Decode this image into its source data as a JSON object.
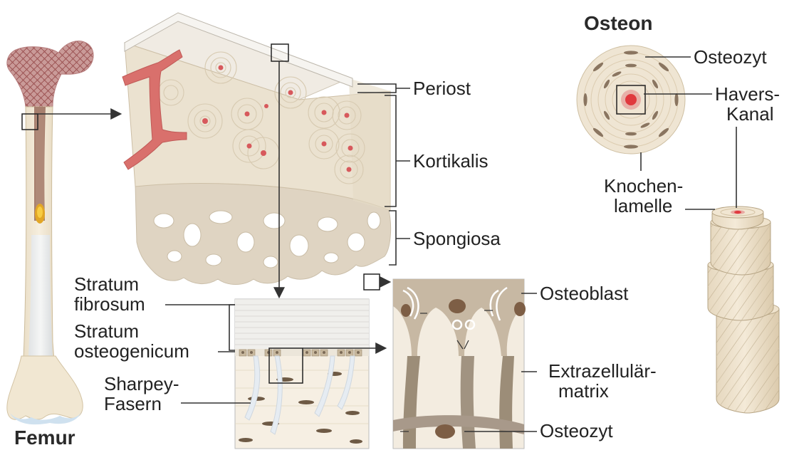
{
  "figure": {
    "femur": {
      "title": "Femur"
    },
    "block": {
      "periost": "Periost",
      "kortikalis": "Kortikalis",
      "spongiosa": "Spongiosa"
    },
    "osteon": {
      "title": "Osteon",
      "osteozyt": "Osteozyt",
      "havers_line1": "Havers-",
      "havers_line2": "Kanal",
      "lamelle_line1": "Knochen-",
      "lamelle_line2": "lamelle"
    },
    "periost_detail": {
      "fibrosum_line1": "Stratum",
      "fibrosum_line2": "fibrosum",
      "osteogenicum_line1": "Stratum",
      "osteogenicum_line2": "osteogenicum",
      "sharpey_line1": "Sharpey-",
      "sharpey_line2": "Fasern"
    },
    "cell_detail": {
      "osteoblast": "Osteoblast",
      "matrix_line1": "Extrazellulär-",
      "matrix_line2": "matrix",
      "osteozyt": "Osteozyt"
    }
  },
  "colors": {
    "bone_shaft": "#f3ead8",
    "bone_head": "#c58f8f",
    "marrow": "#b88a78",
    "vessel": "#d77a73",
    "lamella": "#e9dfcc",
    "spongiosa": "#dcd0bd",
    "periost": "#eeeeee",
    "cell": "#7d6c5a",
    "canal": "#e0393e"
  }
}
